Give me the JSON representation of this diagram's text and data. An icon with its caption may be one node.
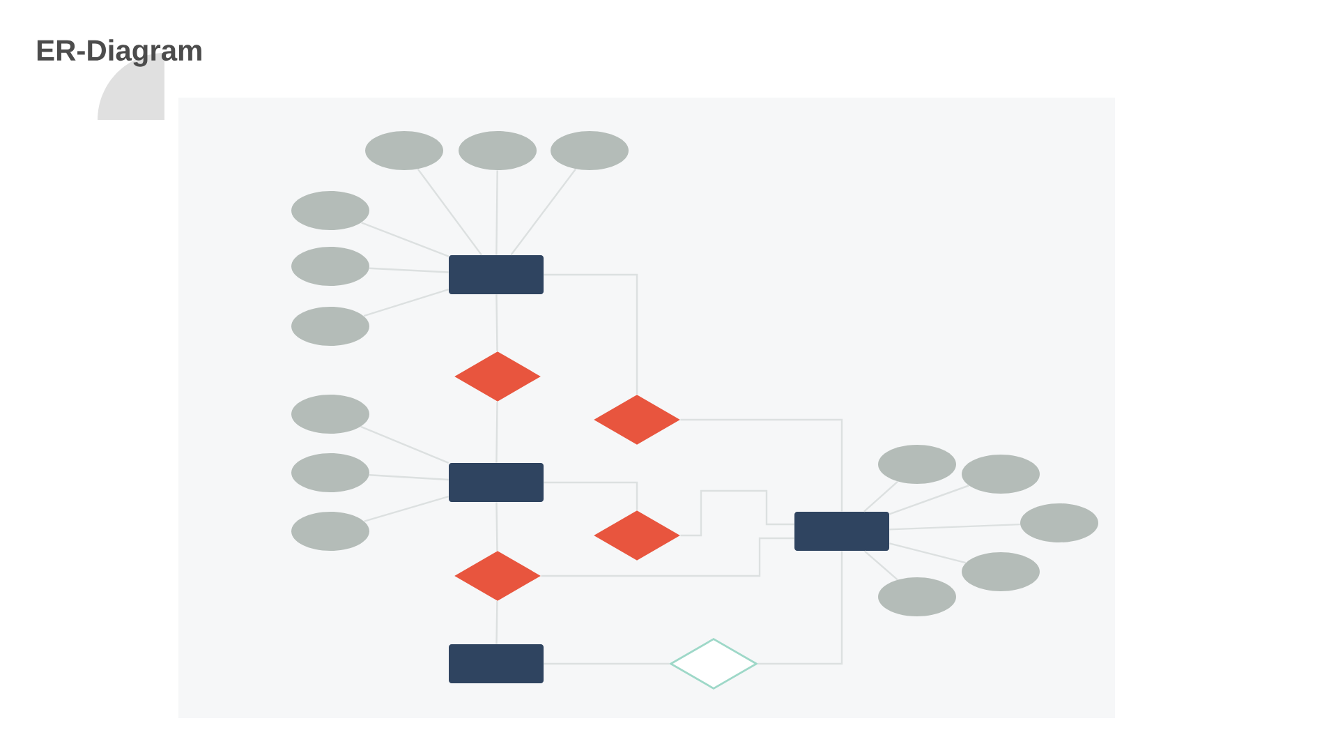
{
  "diagram": {
    "title": "ER-Diagram",
    "nodes": [
      {
        "text": [],
        "shape": "ellipse"
      },
      {
        "text": [],
        "shape": "ellipse"
      },
      {
        "text": [],
        "shape": "ellipse"
      },
      {
        "text": [],
        "shape": "ellipse"
      },
      {
        "text": [],
        "shape": "ellipse"
      },
      {
        "text": [],
        "shape": "box"
      },
      {
        "text": [],
        "shape": "ellipse"
      },
      {
        "text": [],
        "shape": "diamond"
      },
      {
        "text": [],
        "shape": "ellipse"
      },
      {
        "text": [],
        "shape": "diamond"
      },
      {
        "text": [],
        "shape": "ellipse"
      },
      {
        "text": [],
        "shape": "ellipse"
      },
      {
        "text": [],
        "shape": "ellipse"
      },
      {
        "text": [],
        "shape": "box"
      },
      {
        "text": [],
        "shape": "ellipse"
      },
      {
        "text": [],
        "shape": "box"
      },
      {
        "text": [],
        "shape": "ellipse"
      },
      {
        "text": [],
        "shape": "diamond"
      },
      {
        "text": [],
        "shape": "ellipse"
      },
      {
        "text": [],
        "shape": "diamond"
      },
      {
        "text": [],
        "shape": "ellipse"
      },
      {
        "text": [],
        "shape": "box"
      },
      {
        "text": [],
        "shape": "diamond"
      }
    ],
    "edges": [
      {
        "from": 0,
        "to": 5,
        "arrow": "none"
      },
      {
        "from": 1,
        "to": 5,
        "arrow": "none"
      },
      {
        "from": 2,
        "to": 5,
        "arrow": "none"
      },
      {
        "from": 3,
        "to": 5,
        "arrow": "none"
      },
      {
        "from": 4,
        "to": 5,
        "arrow": "none"
      },
      {
        "from": 6,
        "to": 5,
        "arrow": "none"
      },
      {
        "from": 5,
        "to": 7,
        "arrow": "none"
      },
      {
        "from": 7,
        "to": 13,
        "arrow": "none"
      },
      {
        "from": 5,
        "to": 9,
        "arrow": "none"
      },
      {
        "from": 9,
        "to": 15,
        "arrow": "none"
      },
      {
        "from": 8,
        "to": 13,
        "arrow": "none"
      },
      {
        "from": 11,
        "to": 13,
        "arrow": "none"
      },
      {
        "from": 16,
        "to": 13,
        "arrow": "none"
      },
      {
        "from": 13,
        "to": 17,
        "arrow": "none"
      },
      {
        "from": 17,
        "to": 15,
        "arrow": "none"
      },
      {
        "from": 13,
        "to": 19,
        "arrow": "none"
      },
      {
        "from": 19,
        "to": 21,
        "arrow": "none"
      },
      {
        "from": 19,
        "to": 15,
        "arrow": "none"
      },
      {
        "from": 21,
        "to": 22,
        "arrow": "none"
      },
      {
        "from": 22,
        "to": 15,
        "arrow": "none"
      },
      {
        "from": 10,
        "to": 15,
        "arrow": "none"
      },
      {
        "from": 12,
        "to": 15,
        "arrow": "none"
      },
      {
        "from": 14,
        "to": 15,
        "arrow": "none"
      },
      {
        "from": 18,
        "to": 15,
        "arrow": "none"
      },
      {
        "from": 20,
        "to": 15,
        "arrow": "none"
      }
    ]
  }
}
